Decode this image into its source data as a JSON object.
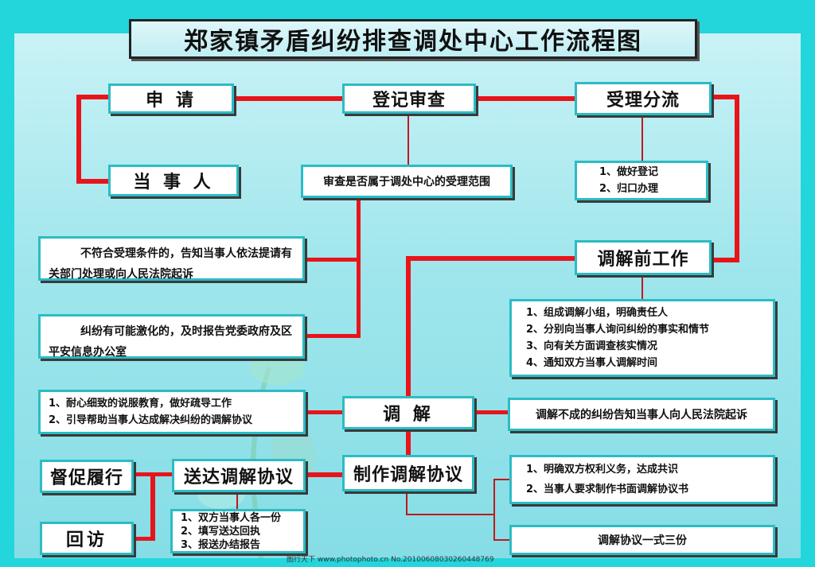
{
  "title": "郑家镇矛盾纠纷排查调处中心工作流程图",
  "nodes": {
    "apply": "申 请",
    "register": "登记审查",
    "accept": "受理分流",
    "party": "当 事 人",
    "check_scope": "审查是否属于调处中心的受理范围",
    "accept_steps": [
      "1、做好登记",
      "2、归口办理"
    ],
    "not_qualified": "不符合受理条件的，告知当事人依法提请有关部门处理或向人民法院起诉",
    "escalate": "纠纷有可能激化的，及时报告党委政府及区平安信息办公室",
    "pre_work": "调解前工作",
    "pre_steps": [
      "1、组成调解小组，明确责任人",
      "2、分别向当事人询问纠纷的事实和情节",
      "3、向有关方面调查核实情况",
      "4、通知双方当事人调解时间"
    ],
    "mediate": "调 解",
    "mediate_methods": [
      "1、耐心细致的说服教育，做好疏导工作",
      "2、引导帮助当事人达成解决纠纷的调解协议"
    ],
    "mediate_fail": "调解不成的纠纷告知当事人向人民法院起诉",
    "make_agreement": "制作调解协议",
    "agreement_points": [
      "1、明确双方权利义务，达成共识",
      "2、当事人要求制作书面调解协议书"
    ],
    "agreement_copies": "调解协议一式三份",
    "deliver": "送达调解协议",
    "deliver_steps": [
      "1、双方当事人各一份",
      "2、填写送达回执",
      "3、报送办结报告"
    ],
    "supervise": "督促履行",
    "revisit": "回访"
  },
  "watermark": "图行天下  www.photophoto.cn   No.20100608030260448769",
  "colors": {
    "frame": "#22d6dc",
    "connector": "#e8141a",
    "box_border": "#2bbcc4"
  }
}
